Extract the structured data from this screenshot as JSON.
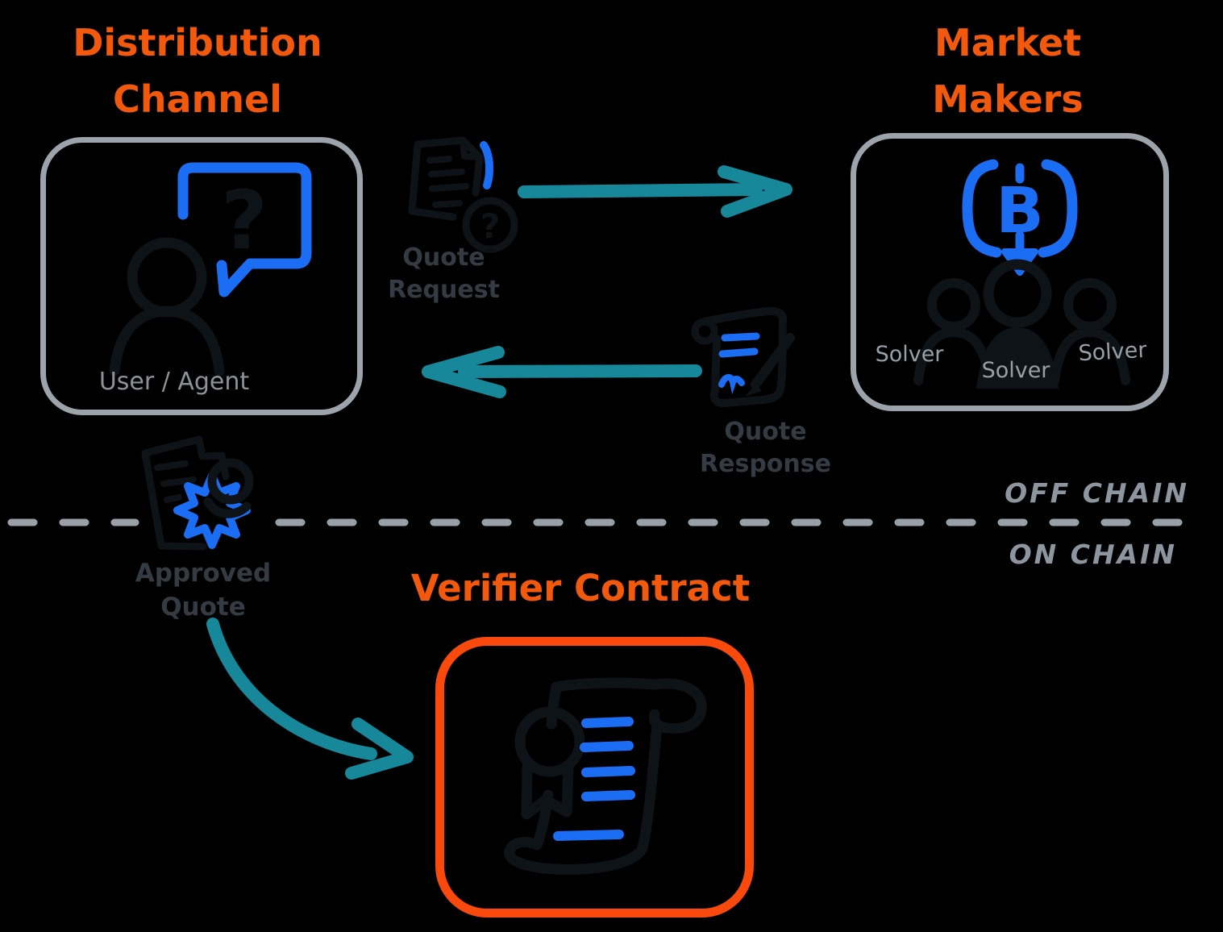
{
  "diagram": {
    "zones": {
      "off_chain": "OFF CHAIN",
      "on_chain": "ON CHAIN"
    },
    "nodes": {
      "distribution_channel": {
        "title": "Distribution Channel",
        "label": "User / Agent"
      },
      "market_makers": {
        "title": "Market Makers",
        "solvers": [
          "Solver",
          "Solver",
          "Solver"
        ]
      },
      "verifier_contract": {
        "title": "Verifier Contract"
      }
    },
    "flows": {
      "quote_request": {
        "line1": "Quote",
        "line2": "Request"
      },
      "quote_response": {
        "line1": "Quote",
        "line2": "Response"
      },
      "approved_quote": {
        "line1": "Approved",
        "line2": "Quote"
      }
    },
    "glyphs": {
      "question_mark": "?",
      "bitcoin_b": "B"
    },
    "icons": {
      "user_chat": "user-with-question-bubble",
      "bitcoin_bubble": "bitcoin-speech-bubble",
      "solvers_group": "three-people-group",
      "quote_request": "document-with-question-badge",
      "quote_response": "signed-scroll-with-pen",
      "approved_quote": "document-with-approval-stamp",
      "verifier_scroll": "contract-scroll-with-ribbon"
    },
    "colors": {
      "background": "#000000",
      "title_orange": "#F2590D",
      "box_orange": "#FA490C",
      "accent_blue": "#1B6EF3",
      "arrow_teal": "#17879A",
      "box_gray": "#9CA3AB",
      "label_gray": "#98A0A7",
      "zone_gray": "#8D969E",
      "dark_ink": "#0E1318",
      "dark_label": "#343B42"
    }
  }
}
